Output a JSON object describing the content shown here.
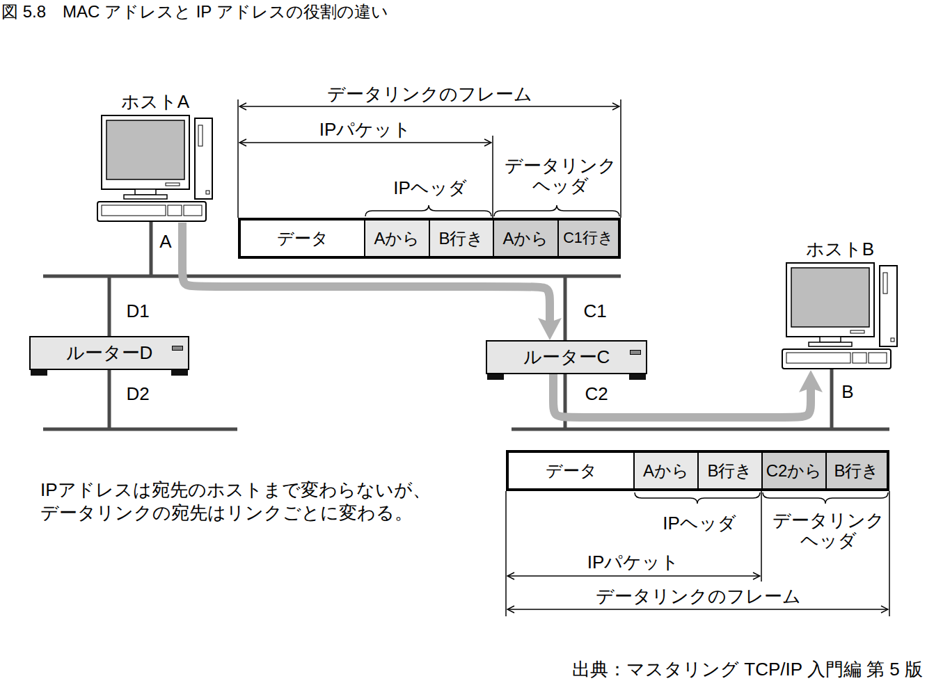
{
  "diagram": {
    "title": "図 5.8　MAC アドレスと IP アドレスの役割の違い",
    "nodes": [
      {
        "text": [
          "ホストA"
        ]
      },
      {
        "text": [
          "データ"
        ]
      },
      {
        "text": [
          "Aから"
        ]
      },
      {
        "text": [
          "B行き"
        ]
      },
      {
        "text": [
          "Aから"
        ]
      },
      {
        "text": [
          "C1行き"
        ]
      },
      {
        "text": [
          "ホストB"
        ]
      },
      {
        "text": [
          "ルーターD"
        ]
      },
      {
        "text": [
          "ルーターC"
        ]
      },
      {
        "text": [
          "データ"
        ]
      },
      {
        "text": [
          "Aから"
        ]
      },
      {
        "text": [
          "B行き"
        ]
      },
      {
        "text": [
          "C2から"
        ]
      },
      {
        "text": [
          "B行き"
        ]
      }
    ],
    "edges": [
      {
        "from": 0,
        "to": 8,
        "arrow": "to"
      },
      {
        "from": 8,
        "to": 6,
        "arrow": "to"
      }
    ],
    "labels": [
      "データリンクのフレーム",
      "IPパケット",
      "IPヘッダ",
      "データリンク ヘッダ",
      "A",
      "D1",
      "C1",
      "D2",
      "C2",
      "B",
      "IPアドレスは宛先のホストまで変わらないが、 データリンクの宛先はリンクごとに変わる。",
      "IPヘッダ",
      "データリンク ヘッダ",
      "IPパケット",
      "データリンクのフレーム",
      "出典：マスタリング TCP/IP 入門編 第 5 版"
    ]
  }
}
